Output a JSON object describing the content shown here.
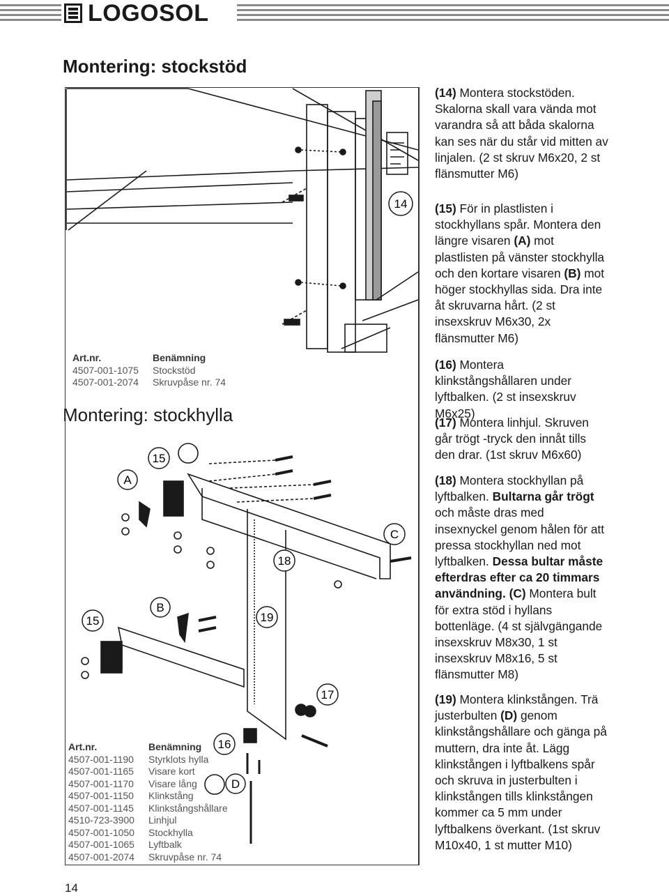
{
  "header": {
    "brand": "LOGOSOL"
  },
  "section1": {
    "title": "Montering: stockstöd",
    "parts_header": {
      "art": "Art.nr.",
      "name": "Benämning"
    },
    "parts": [
      {
        "art": "4507-001-1075",
        "name": "Stockstöd"
      },
      {
        "art": "4507-001-2074",
        "name": "Skruvpåse nr. 74"
      }
    ]
  },
  "section2": {
    "title": "Montering: stockhylla",
    "parts_header": {
      "art": "Art.nr.",
      "name": "Benämning"
    },
    "parts": [
      {
        "art": "4507-001-1190",
        "name": "Styrklots hylla"
      },
      {
        "art": "4507-001-1165",
        "name": "Visare kort"
      },
      {
        "art": "4507-001-1170",
        "name": "Visare lång"
      },
      {
        "art": "4507-001-1150",
        "name": "Klinkstång"
      },
      {
        "art": "4507-001-1145",
        "name": "Klinkstångshållare"
      },
      {
        "art": "4510-723-3900",
        "name": "Linhjul"
      },
      {
        "art": "4507-001-1050",
        "name": "Stockhylla"
      },
      {
        "art": "4507-001-1065",
        "name": "Lyftbalk"
      },
      {
        "art": "4507-001-2074",
        "name": "Skruvpåse nr. 74"
      }
    ]
  },
  "callouts": {
    "c14": "14",
    "c15a": "15",
    "c15b": "15",
    "c16": "16",
    "c17": "17",
    "c18": "18",
    "c19": "19",
    "A": "A",
    "B": "B",
    "C": "C",
    "D": "D"
  },
  "instructions": {
    "s14": {
      "num": "(14)",
      "text": " Montera stockstöden. Skalorna skall vara vända mot varandra så att båda skalorna kan ses när du står vid mitten av linjalen. (2 st skruv M6x20, 2 st flänsmutter M6)"
    },
    "s15": {
      "num": "(15)",
      "text1": " För in plastlisten i stockhyllans spår. Montera den längre visaren ",
      "a": "(A)",
      "text2": " mot plastlisten på vänster stockhylla och den kortare visaren ",
      "b": "(B)",
      "text3": " mot höger stockhyllas sida. Dra inte åt skruvarna hårt. (2 st insexskruv M6x30, 2x flänsmutter M6)"
    },
    "s16": {
      "num": "(16)",
      "text": " Montera klinkstångshållaren under lyftbalken. (2 st insexskruv M6x25)"
    },
    "s17": {
      "num": "(17)",
      "text": " Montera linhjul. Skruven går trögt -tryck den innåt tills den drar. (1st skruv M6x60)"
    },
    "s18": {
      "num": "(18)",
      "text1": " Montera stockhyllan på lyftbalken. ",
      "bold1": "Bultarna går trögt",
      "text2": " och måste dras med insexnyckel genom hålen för att pressa stockhyllan ned mot lyftbalken. ",
      "bold2": "Dessa bultar måste efterdras efter ca 20 timmars användning.",
      "c": "(C)",
      "text3": " Montera bult för extra stöd i hyllans bottenläge. (4 st självgängande insexskruv M8x30, 1 st insexskruv M8x16, 5 st flänsmutter M8)"
    },
    "s19": {
      "num": "(19)",
      "text1": " Montera klinkstången. Trä justerbulten ",
      "d": "(D)",
      "text2": " genom klinkstångshållare och gänga på muttern, dra inte åt. Lägg klinkstången i lyftbalkens spår och skruva in justerbulten i klinkstången tills klinkstången kommer ca 5 mm under lyftbalkens överkant. (1st skruv M10x40, 1 st mutter M10)"
    }
  },
  "page_number": "14"
}
